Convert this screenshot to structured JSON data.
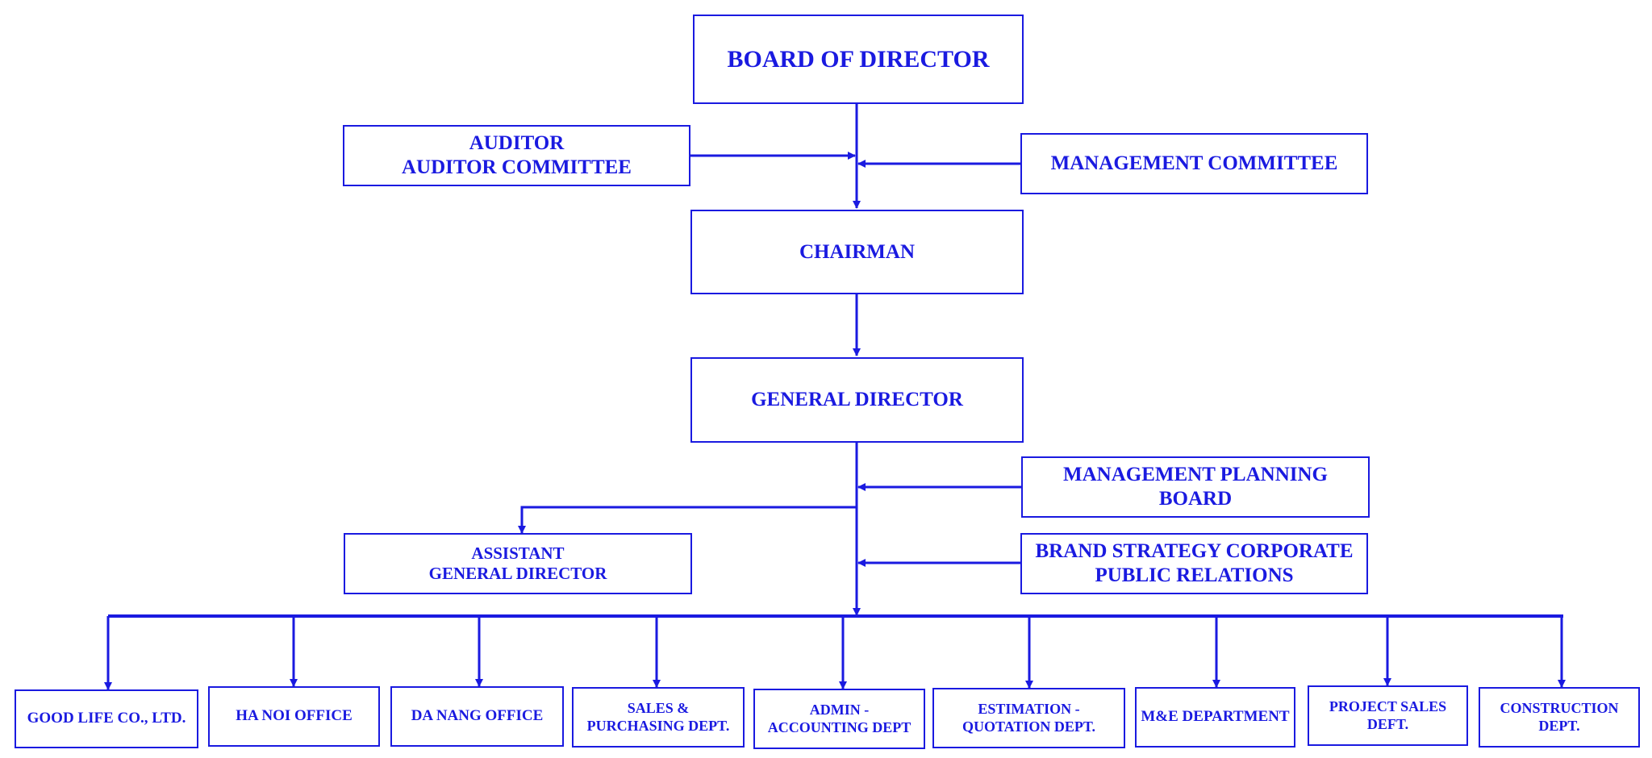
{
  "colors": {
    "line": "#1a1ae0",
    "text": "#1a1ae0",
    "background": "#ffffff"
  },
  "top": {
    "board": "BOARD OF DIRECTOR",
    "auditor_line1": "AUDITOR",
    "auditor_line2": "AUDITOR COMMITTEE",
    "management_committee": "MANAGEMENT COMMITTEE",
    "chairman": "CHAIRMAN",
    "general_director": "GENERAL DIRECTOR",
    "management_planning_line1": "MANAGEMENT PLANNING",
    "management_planning_line2": "BOARD",
    "assistant_line1": "ASSISTANT",
    "assistant_line2": "GENERAL DIRECTOR",
    "brand_line1": "BRAND STRATEGY CORPORATE",
    "brand_line2": "PUBLIC RELATIONS"
  },
  "departments": [
    {
      "line1": "GOOD LIFE CO., LTD.",
      "line2": ""
    },
    {
      "line1": "HA NOI OFFICE",
      "line2": ""
    },
    {
      "line1": "DA NANG OFFICE",
      "line2": ""
    },
    {
      "line1": "SALES &",
      "line2": "PURCHASING DEPT."
    },
    {
      "line1": "ADMIN -",
      "line2": "ACCOUNTING DEPT"
    },
    {
      "line1": "ESTIMATION -",
      "line2": "QUOTATION DEPT."
    },
    {
      "line1": "M&E DEPARTMENT",
      "line2": ""
    },
    {
      "line1": "PROJECT SALES",
      "line2": "DEFT."
    },
    {
      "line1": "CONSTRUCTION",
      "line2": "DEPT."
    }
  ]
}
